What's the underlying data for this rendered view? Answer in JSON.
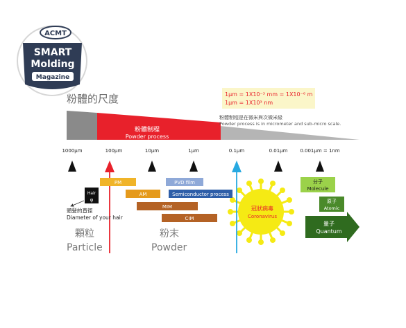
{
  "logo": {
    "brand": "ACMT",
    "line1": "SMART",
    "line2": "Molding",
    "line3": "Magazine"
  },
  "title": "粉體的尺度",
  "unit_box": {
    "line1": "1μm = 1X10⁻³ mm = 1X10⁻⁶ m",
    "line2": "1μm = 1X10³ nm"
  },
  "powder_band": {
    "label_zh": "粉體制程",
    "label_en": "Powder process"
  },
  "submicro_note": {
    "zh": "粉體制程是在微米與次微米級",
    "en": "Powder process is in micrometer and sub-micro scale."
  },
  "scale_ticks": [
    "1000μm",
    "100μm",
    "10μm",
    "1μm",
    "0.1μm",
    "0.01μm",
    "0.001μm = 1nm"
  ],
  "hair": {
    "label": "Hair",
    "symbol": "φ",
    "caption_zh": "頭髮的直徑",
    "caption_en": "Diameter of your hair"
  },
  "processes": {
    "pm": "PM",
    "am": "AM",
    "mim": "MIM",
    "cim": "CIM",
    "pvd": "PVD film",
    "semi": "Semiconductor process"
  },
  "particle": {
    "zh": "顆粒",
    "en": "Particle"
  },
  "powder": {
    "zh": "粉末",
    "en": "Powder"
  },
  "virus": {
    "zh": "冠狀病毒",
    "en": "Coronavirus"
  },
  "molecule": {
    "zh": "分子",
    "en": "Molecule"
  },
  "atomic": {
    "zh": "原子",
    "en": "Atomic"
  },
  "quantum": {
    "zh": "量子",
    "en": "Quantum"
  },
  "colors": {
    "red": "#e8212b",
    "cyan": "#27a9e1",
    "orange": "#e59a1c",
    "blue": "#2e5ea8",
    "light_blue": "#8fa9d8",
    "brown": "#b46225",
    "green": "#4a8a2a",
    "light_green": "#9bd24a",
    "yellow": "#f5ea14",
    "logo_navy": "#2f3c55"
  }
}
